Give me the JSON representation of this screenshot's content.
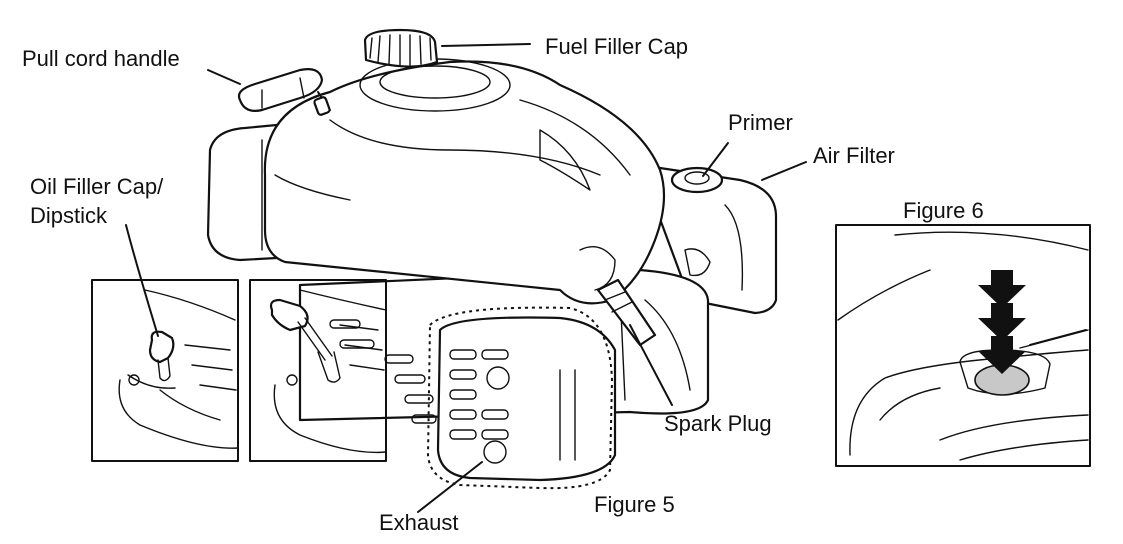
{
  "labels": {
    "pull_cord_handle": "Pull cord handle",
    "fuel_filler_cap": "Fuel Filler Cap",
    "primer": "Primer",
    "air_filter": "Air Filter",
    "oil_filler_cap_line1": "Oil Filler Cap/",
    "oil_filler_cap_line2": "Dipstick",
    "spark_plug": "Spark Plug",
    "exhaust": "Exhaust",
    "figure5": "Figure 5",
    "figure6": "Figure 6"
  },
  "colors": {
    "line": "#111111",
    "primer_bulb": "#c8c8c8",
    "arrow": "#111111"
  }
}
